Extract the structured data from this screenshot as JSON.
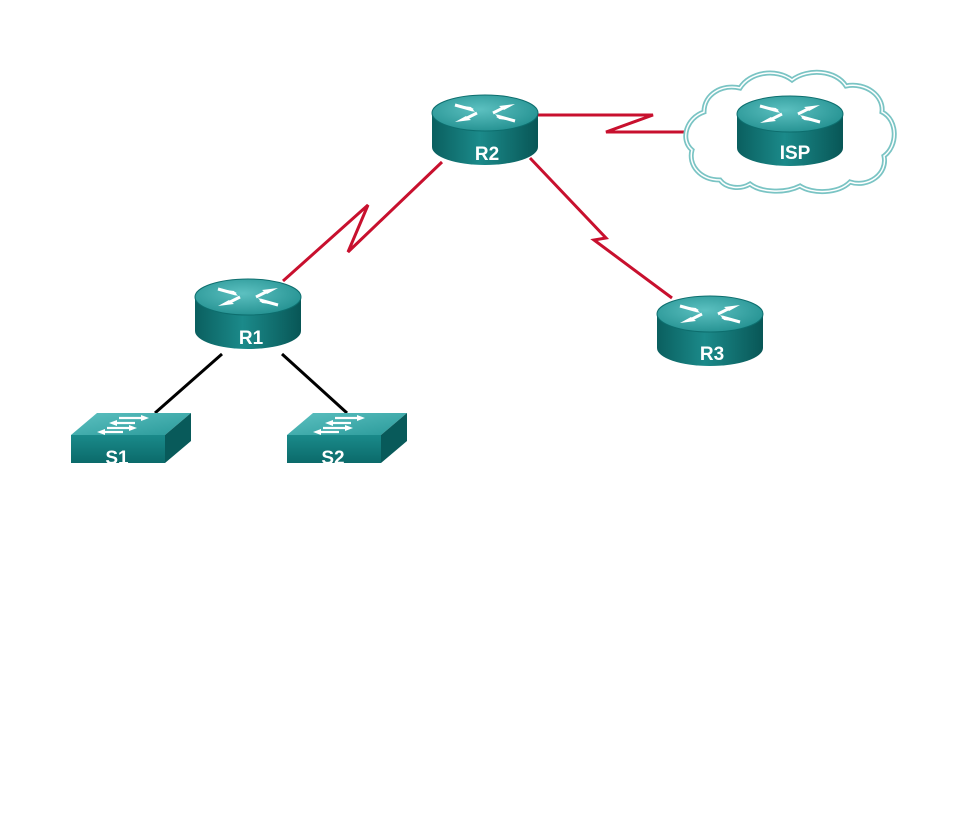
{
  "diagram": {
    "devices": {
      "r1": {
        "label": "R1",
        "type": "router"
      },
      "r2": {
        "label": "R2",
        "type": "router"
      },
      "r3": {
        "label": "R3",
        "type": "router"
      },
      "isp": {
        "label": "ISP",
        "type": "router"
      },
      "s1": {
        "label": "S1",
        "type": "switch"
      },
      "s2": {
        "label": "S2",
        "type": "switch"
      }
    },
    "links": [
      {
        "from": "R1",
        "to": "R2",
        "type": "serial"
      },
      {
        "from": "R2",
        "to": "ISP",
        "type": "serial"
      },
      {
        "from": "R2",
        "to": "R3",
        "type": "serial"
      },
      {
        "from": "R1",
        "to": "S1",
        "type": "ethernet"
      },
      {
        "from": "R1",
        "to": "S2",
        "type": "ethernet"
      }
    ],
    "colors": {
      "serial_link": "#c8102e",
      "ethernet_link": "#000000",
      "device_body": "#0d7777",
      "device_top": "#3aa5a5",
      "cloud_outline": "#7ac4c4"
    }
  }
}
